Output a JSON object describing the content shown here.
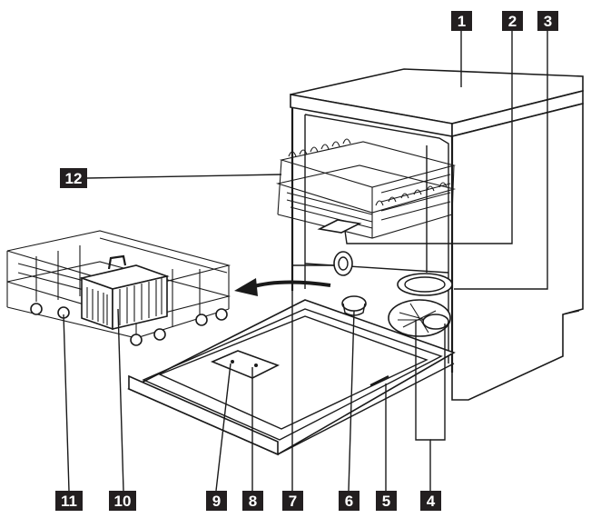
{
  "figure": {
    "background": "#ffffff",
    "ink_color": "#1a1a1a",
    "callout_fill": "#231f20",
    "callout_text_color": "#ffffff",
    "callouts": [
      {
        "id": "c1",
        "label": "1",
        "part": "worktop"
      },
      {
        "id": "c2",
        "label": "2",
        "part": "upper-spray-arm"
      },
      {
        "id": "c3",
        "label": "3",
        "part": "filters"
      },
      {
        "id": "c4",
        "label": "4",
        "part": "lower-spray-arm"
      },
      {
        "id": "c5",
        "label": "5",
        "part": "rating-plate"
      },
      {
        "id": "c6",
        "label": "6",
        "part": "salt-container"
      },
      {
        "id": "c7",
        "label": "7",
        "part": "air-vent"
      },
      {
        "id": "c8",
        "label": "8",
        "part": "rinse-aid-dispenser"
      },
      {
        "id": "c9",
        "label": "9",
        "part": "detergent-dispenser"
      },
      {
        "id": "c10",
        "label": "10",
        "part": "cutlery-basket"
      },
      {
        "id": "c11",
        "label": "11",
        "part": "lower-basket"
      },
      {
        "id": "c12",
        "label": "12",
        "part": "upper-basket"
      }
    ]
  }
}
